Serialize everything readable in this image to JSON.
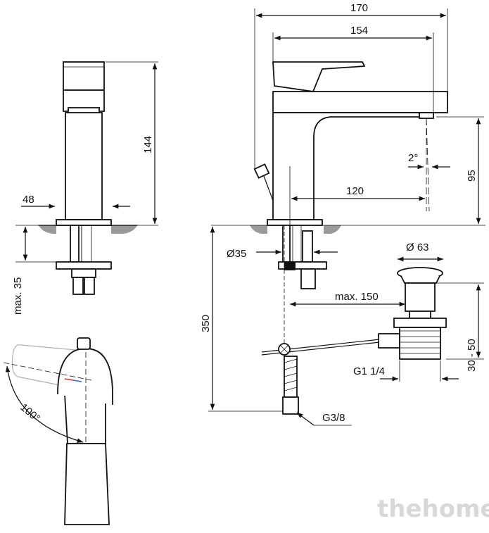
{
  "dimensions": {
    "d170": "170",
    "d154": "154",
    "d144": "144",
    "d48": "48",
    "d95": "95",
    "d120": "120",
    "d2deg": "2°",
    "max35": "max. 35",
    "d350": "350",
    "dia35": "Ø35",
    "dia63": "Ø 63",
    "max150": "max. 150",
    "d30_50": "30 - 50",
    "g114": "G1 1/4",
    "g38": "G3/8",
    "d100deg": "100°"
  },
  "watermark": "thehome"
}
